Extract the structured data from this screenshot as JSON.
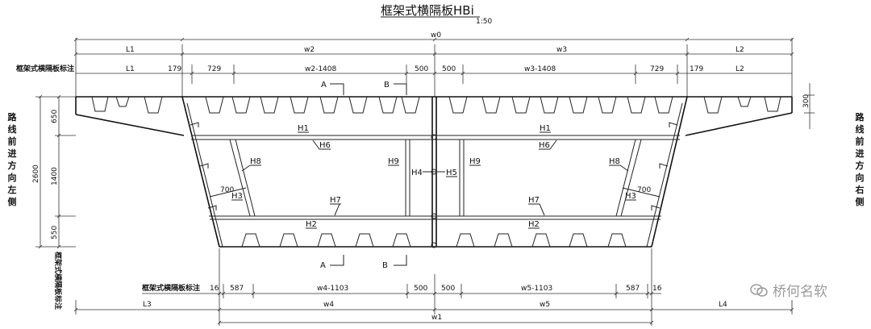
{
  "title": {
    "main": "框架式横隔板HBi",
    "scale": "1:50"
  },
  "side_text": {
    "left": "路线前进方向左侧",
    "right": "路线前进方向右侧"
  },
  "top_dims": {
    "w0": "w0",
    "L1": "L1",
    "w2": "w2",
    "w3": "w3",
    "L2": "L2",
    "row_label": "框架式横隔板标注",
    "r2_L1": "L1",
    "r2_179a": "179",
    "r2_L2": "L2",
    "r2_179b": "179",
    "r3_729a": "729",
    "r3_w2_1408": "w2-1408",
    "r3_500a": "500",
    "r3_500b": "500",
    "r3_w3_1408": "w3-1408",
    "r3_729b": "729",
    "right_300": "300"
  },
  "left_dims": {
    "total": "2600",
    "d650": "650",
    "d1400": "1400",
    "d550": "550",
    "vertical_label": "框架式横隔板标注"
  },
  "bottom_dims": {
    "row_label": "框架式横隔板标注",
    "b16a": "16",
    "b587a": "587",
    "w4_1103": "w4-1103",
    "b500a": "500",
    "b500b": "500",
    "w5_1103": "w5-1103",
    "b587b": "587",
    "b16b": "16",
    "L3": "L3",
    "w4": "w4",
    "w5": "w5",
    "L4": "L4",
    "w1": "w1"
  },
  "members": {
    "H1a": "H1",
    "H1b": "H1",
    "H6a": "H6",
    "H6b": "H6",
    "H8a": "H8",
    "H8b": "H8",
    "H9a": "H9",
    "H9b": "H9",
    "H4": "H4",
    "H5": "H5",
    "d700a": "700",
    "d700b": "700",
    "H3a": "H3",
    "H3b": "H3",
    "H7a": "H7",
    "H7b": "H7",
    "H2a": "H2",
    "H2b": "H2"
  },
  "sections": {
    "A_top": "A",
    "B_top": "B",
    "A_bot": "A",
    "B_bot": "B"
  },
  "watermark": {
    "text": "桥何名软",
    "icon": "wechat-icon"
  }
}
